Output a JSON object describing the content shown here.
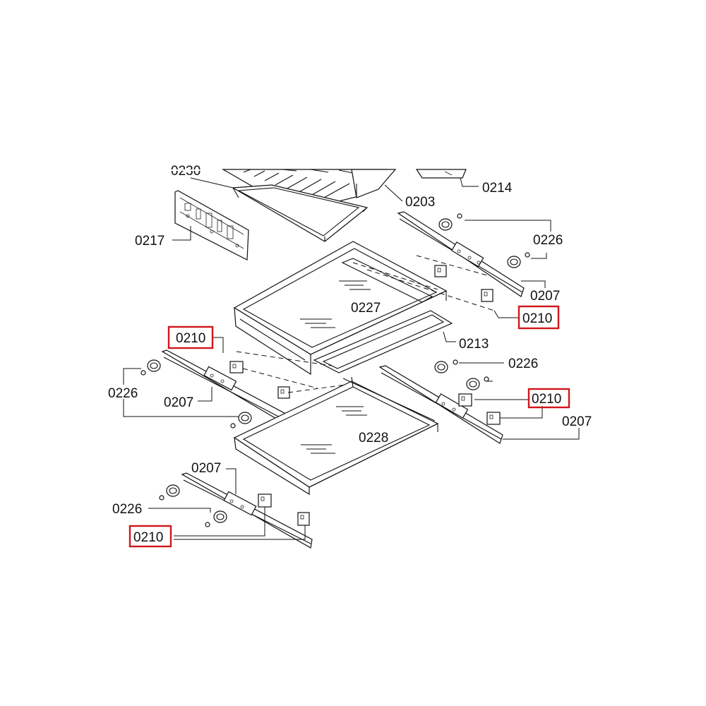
{
  "diagram": {
    "labels": {
      "l0230": "0230",
      "l0214": "0214",
      "l0203": "0203",
      "l0217": "0217",
      "l0226_a": "0226",
      "l0207_a": "0207",
      "l0210_a": "0210",
      "l0227": "0227",
      "l0213": "0213",
      "l0210_b": "0210",
      "l0226_b": "0226",
      "l0226_c": "0226",
      "l0207_b": "0207",
      "l0210_c": "0210",
      "l0207_c": "0207",
      "l0228": "0228",
      "l0207_d": "0207",
      "l0226_d": "0226",
      "l0210_d": "0210"
    },
    "highlight_color": "#d0161b",
    "line_color": "#111111"
  }
}
